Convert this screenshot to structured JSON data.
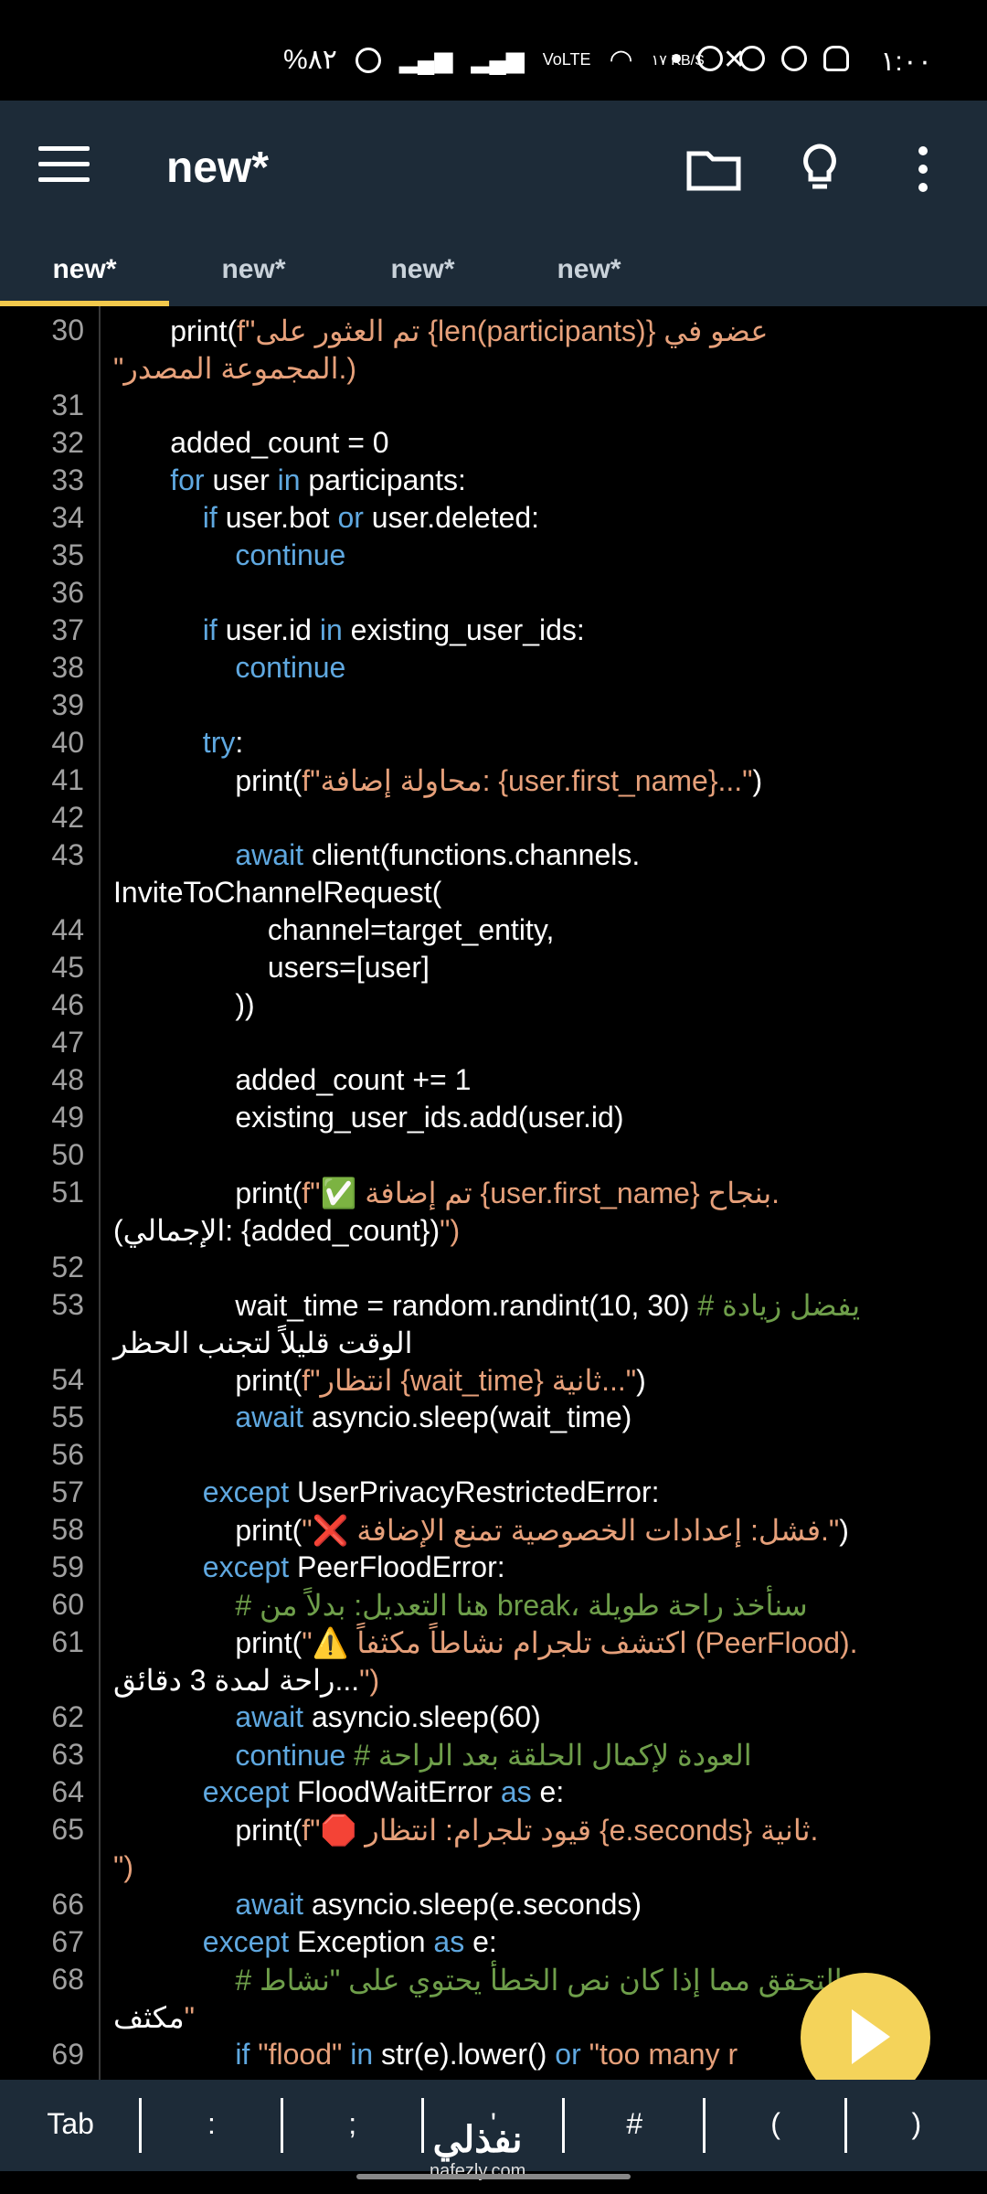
{
  "status_bar": {
    "time": "١:٠٠",
    "battery": "%٨٢",
    "net_speed": "١٧ KB/S",
    "network_tag": "VoLTE",
    "notif_icons": [
      "dot",
      "chatgpt-icon",
      "whatsapp-icon",
      "whatsapp-icon",
      "snapchat-icon"
    ]
  },
  "app_bar": {
    "title": "new*"
  },
  "tabs": [
    {
      "label": "new*"
    },
    {
      "label": "new*"
    },
    {
      "label": "new*"
    },
    {
      "label": "new*"
    }
  ],
  "lines": [
    {
      "n": "30",
      "t": "       print(f\"تم العثور على {len(participants)} عضو في"
    },
    {
      "n": "",
      "t": "\"المجموعة المصدر.)"
    },
    {
      "n": "31",
      "t": ""
    },
    {
      "n": "32",
      "t": "       added_count = 0"
    },
    {
      "n": "33",
      "t": "       for user in participants:"
    },
    {
      "n": "34",
      "t": "           if user.bot or user.deleted:"
    },
    {
      "n": "35",
      "t": "               continue"
    },
    {
      "n": "36",
      "t": ""
    },
    {
      "n": "37",
      "t": "           if user.id in existing_user_ids:"
    },
    {
      "n": "38",
      "t": "               continue"
    },
    {
      "n": "39",
      "t": ""
    },
    {
      "n": "40",
      "t": "           try:"
    },
    {
      "n": "41",
      "t": "               print(f\"محاولة إضافة: {user.first_name}...\")"
    },
    {
      "n": "42",
      "t": ""
    },
    {
      "n": "43",
      "t": "               await client(functions.channels."
    },
    {
      "n": "",
      "t": "InviteToChannelRequest("
    },
    {
      "n": "44",
      "t": "                   channel=target_entity,"
    },
    {
      "n": "45",
      "t": "                   users=[user]"
    },
    {
      "n": "46",
      "t": "               ))"
    },
    {
      "n": "47",
      "t": ""
    },
    {
      "n": "48",
      "t": "               added_count += 1"
    },
    {
      "n": "49",
      "t": "               existing_user_ids.add(user.id)"
    },
    {
      "n": "50",
      "t": ""
    },
    {
      "n": "51",
      "t": "               print(f\"✅ تم إضافة {user.first_name} بنجاح."
    },
    {
      "n": "",
      "t": "(الإجمالي: {added_count})\")"
    },
    {
      "n": "52",
      "t": ""
    },
    {
      "n": "53",
      "t": "               wait_time = random.randint(10, 30) # يفضل زيادة"
    },
    {
      "n": "",
      "t": "الوقت قليلاً لتجنب الحظر"
    },
    {
      "n": "54",
      "t": "               print(f\"انتظار {wait_time} ثانية...\")"
    },
    {
      "n": "55",
      "t": "               await asyncio.sleep(wait_time)"
    },
    {
      "n": "56",
      "t": ""
    },
    {
      "n": "57",
      "t": "           except UserPrivacyRestrictedError:"
    },
    {
      "n": "58",
      "t": "               print(\"❌ فشل: إعدادات الخصوصية تمنع الإضافة.\")"
    },
    {
      "n": "59",
      "t": "           except PeerFloodError:"
    },
    {
      "n": "60",
      "t": "               # هنا التعديل: بدلاً من break، سنأخذ راحة طويلة"
    },
    {
      "n": "61",
      "t": "               print(\"⚠️ اكتشف تلجرام نشاطاً مكثفاً (PeerFlood)."
    },
    {
      "n": "",
      "t": "راحة لمدة 3 دقائق...\")"
    },
    {
      "n": "62",
      "t": "               await asyncio.sleep(60)"
    },
    {
      "n": "63",
      "t": "               continue # العودة لإكمال الحلقة بعد الراحة"
    },
    {
      "n": "64",
      "t": "           except FloodWaitError as e:"
    },
    {
      "n": "65",
      "t": "               print(f\"🛑 قيود تلجرام: انتظار {e.seconds} ثانية."
    },
    {
      "n": "",
      "t": "\")"
    },
    {
      "n": "66",
      "t": "               await asyncio.sleep(e.seconds)"
    },
    {
      "n": "67",
      "t": "           except Exception as e:"
    },
    {
      "n": "68",
      "t": "               # التحقق مما إذا كان نص الخطأ يحتوي على \"نشاط"
    },
    {
      "n": "",
      "t": "مكثف\""
    },
    {
      "n": "69",
      "t": "               if \"flood\" in str(e).lower() or \"too many r"
    }
  ],
  "keybar": {
    "keys": [
      "Tab",
      ":",
      ";",
      "'",
      "#",
      "(",
      ")"
    ]
  },
  "watermark": {
    "brand": "نفذلي",
    "domain": "nafezly.com"
  },
  "colors": {
    "app_bar": "#1d2b38",
    "accent": "#f2c94c",
    "fab": "#f4d35a",
    "keyword": "#5fa8e0",
    "string": "#e6a07a",
    "comment": "#6e9e4a"
  }
}
